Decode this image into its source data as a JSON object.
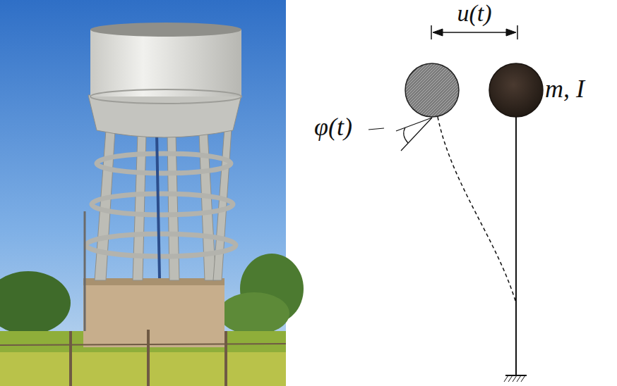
{
  "diagram": {
    "labels": [
      "u(t)",
      "φ(t)",
      "m, I"
    ]
  }
}
